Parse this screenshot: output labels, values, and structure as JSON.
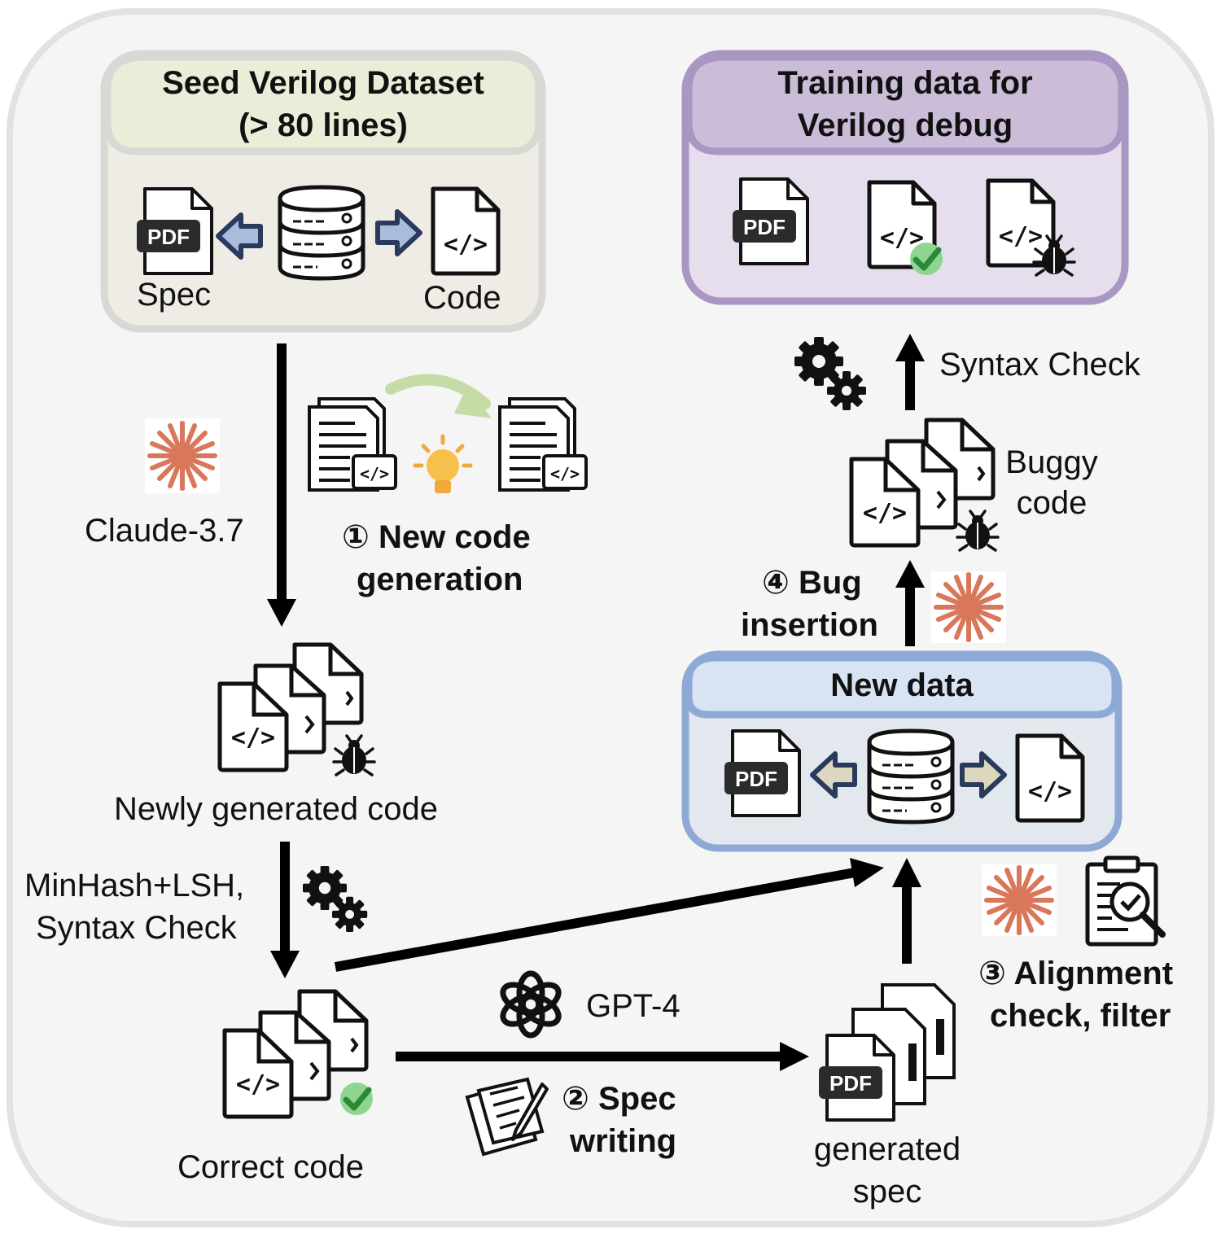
{
  "seed_box": {
    "title_line1": "Seed Verilog Dataset",
    "title_line2": "(> 80 lines)",
    "spec_label": "Spec",
    "code_label": "Code",
    "pdf_text": "PDF",
    "code_glyph": "</>"
  },
  "training_box": {
    "title_line1": "Training data for",
    "title_line2": "Verilog debug",
    "pdf_text": "PDF",
    "code_glyph": "</>"
  },
  "new_data_box": {
    "title": "New data",
    "pdf_text": "PDF",
    "code_glyph": "</>"
  },
  "models": {
    "claude": "Claude-3.7",
    "gpt": "GPT-4"
  },
  "steps": {
    "step1_line1": "① New code",
    "step1_line2": "generation",
    "step2_line1": "② Spec",
    "step2_line2": "writing",
    "step3_line1": "③ Alignment",
    "step3_line2": "check, filter",
    "step4_line1": "④ Bug",
    "step4_line2": "insertion"
  },
  "nodes": {
    "newly_generated": "Newly generated code",
    "correct_code": "Correct code",
    "generated_spec_line1": "generated",
    "generated_spec_line2": "spec",
    "buggy_line1": "Buggy",
    "buggy_line2": "code"
  },
  "checks": {
    "minhash_line1": "MinHash+LSH,",
    "minhash_line2": "Syntax Check",
    "syntax_check": "Syntax Check"
  },
  "icons": [
    "pdf-file-icon",
    "database-icon",
    "code-file-icon",
    "bug-icon",
    "checkmark-icon",
    "gear-icon",
    "claude-logo-icon",
    "openai-logo-icon",
    "lightbulb-icon",
    "document-stack-icon",
    "clipboard-check-icon",
    "pen-paper-icon"
  ],
  "colors": {
    "seed_header": "#e8eed8",
    "seed_body": "#eeece4",
    "seed_border": "#d6d6d2",
    "train_header": "#cbbcd8",
    "train_body": "#e6deec",
    "train_border": "#a996c2",
    "newdata_header": "#d8e4f4",
    "newdata_body": "#e3e7ee",
    "newdata_border": "#8fa9d6",
    "claude_orange": "#d9775a",
    "check_green": "#3fae4a",
    "arrow_fill_blue": "#a9bcdc",
    "arrow_fill_tan": "#ddd7bf",
    "arrow_outline": "#2a3a5c",
    "background": "#f5f5f5",
    "frame": "#e0e0e0"
  }
}
